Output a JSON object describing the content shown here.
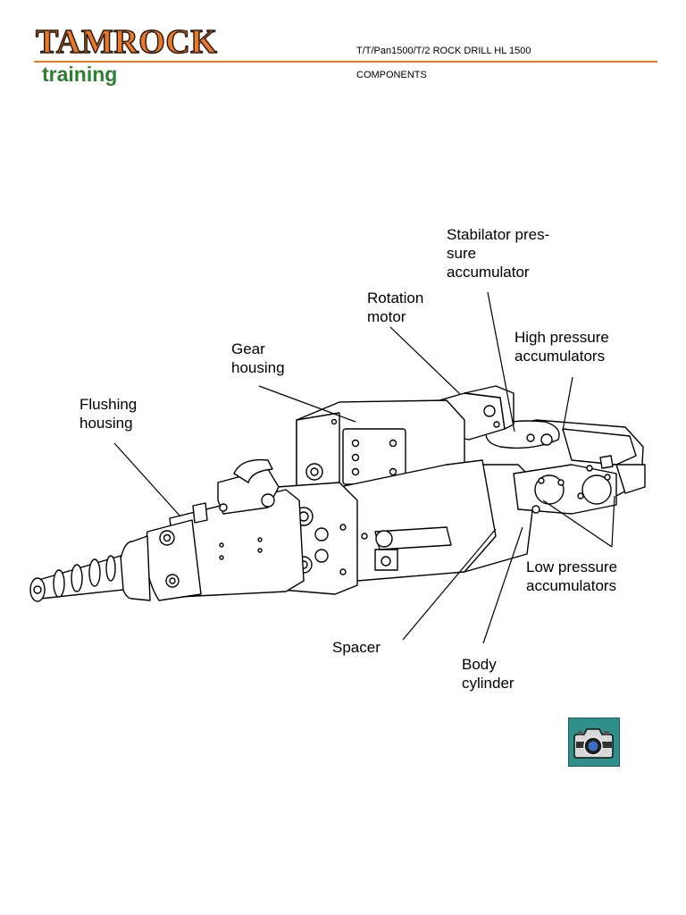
{
  "header": {
    "brand": "TAMROCK",
    "subtitle": "training",
    "doc_code": "T/T/Pan1500/T/2 ROCK DRILL HL 1500",
    "section": "COMPONENTS"
  },
  "callouts": {
    "stabilator": [
      "Stabilator pres-",
      "sure",
      "accumulator"
    ],
    "rotation_motor": [
      "Rotation",
      "motor"
    ],
    "high_pressure": [
      "High pressure",
      "accumulators"
    ],
    "gear_housing": [
      "Gear",
      "housing"
    ],
    "flushing_housing": [
      "Flushing",
      "housing"
    ],
    "low_pressure": [
      "Low pressure",
      "accumulators"
    ],
    "spacer": [
      "Spacer"
    ],
    "body_cylinder": [
      "Body",
      "cylinder"
    ]
  },
  "icons": {
    "camera": "camera-icon"
  },
  "colors": {
    "brand_orange": "#e8782a",
    "training_green": "#2e7d32",
    "camera_button": "#2f8f8a"
  }
}
